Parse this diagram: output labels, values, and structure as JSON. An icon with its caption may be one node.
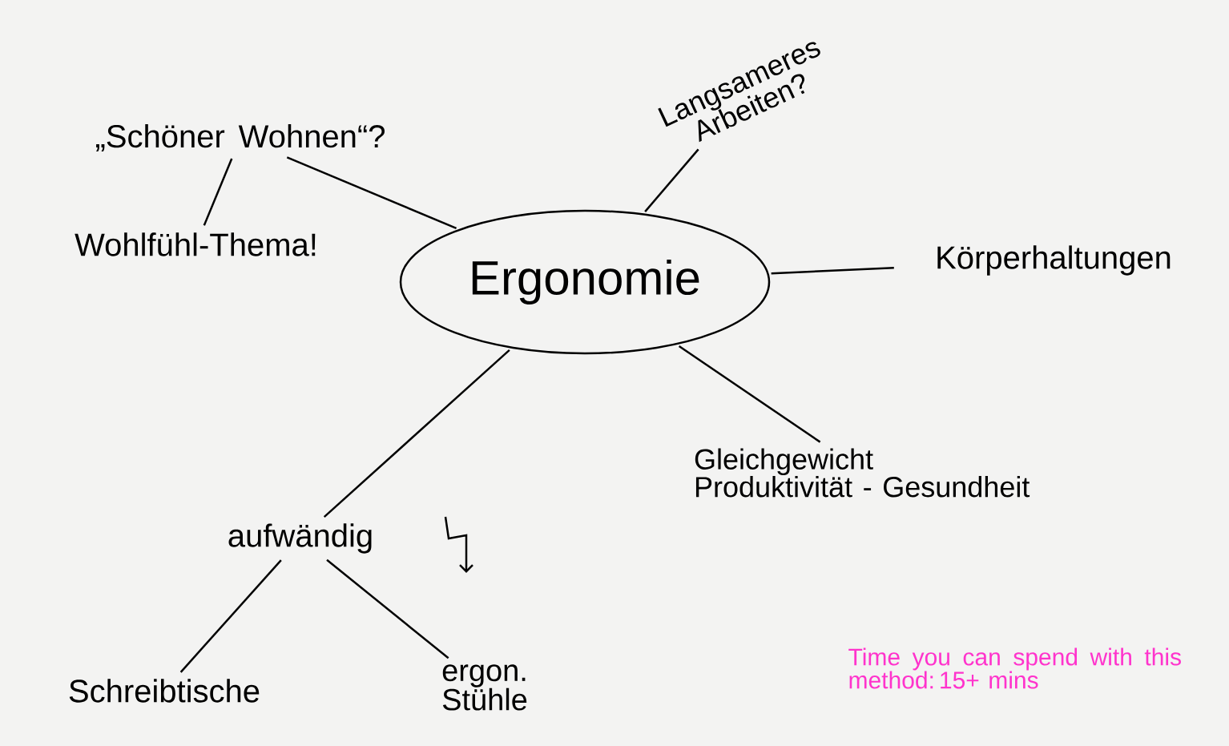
{
  "diagram": {
    "nodes": [
      {
        "text": [
          "Ergonomie"
        ]
      },
      {
        "text": [
          "„Schöner Wohnen“?"
        ]
      },
      {
        "text": [
          "Wohlfühl-Thema!"
        ]
      },
      {
        "text": [
          "Langsameres Arbeiten?"
        ]
      },
      {
        "text": [
          "Körperhaltungen"
        ]
      },
      {
        "text": [
          "Gleichgewicht Produktivität - Gesundheit"
        ]
      },
      {
        "text": [
          "aufwändig"
        ]
      },
      {
        "text": [
          "Schreibtische"
        ]
      },
      {
        "text": [
          "ergon. Stühle"
        ]
      }
    ],
    "edges": [
      {
        "from": 0,
        "to": 1,
        "arrow": "none"
      },
      {
        "from": 1,
        "to": 2,
        "arrow": "none"
      },
      {
        "from": 0,
        "to": 3,
        "arrow": "none"
      },
      {
        "from": 0,
        "to": 4,
        "arrow": "none"
      },
      {
        "from": 0,
        "to": 5,
        "arrow": "none"
      },
      {
        "from": 0,
        "to": 6,
        "arrow": "none"
      },
      {
        "from": 6,
        "to": 7,
        "arrow": "none"
      },
      {
        "from": 6,
        "to": 8,
        "arrow": "none"
      }
    ],
    "labels": [
      "Time you can spend with this method: 15+ mins"
    ]
  }
}
